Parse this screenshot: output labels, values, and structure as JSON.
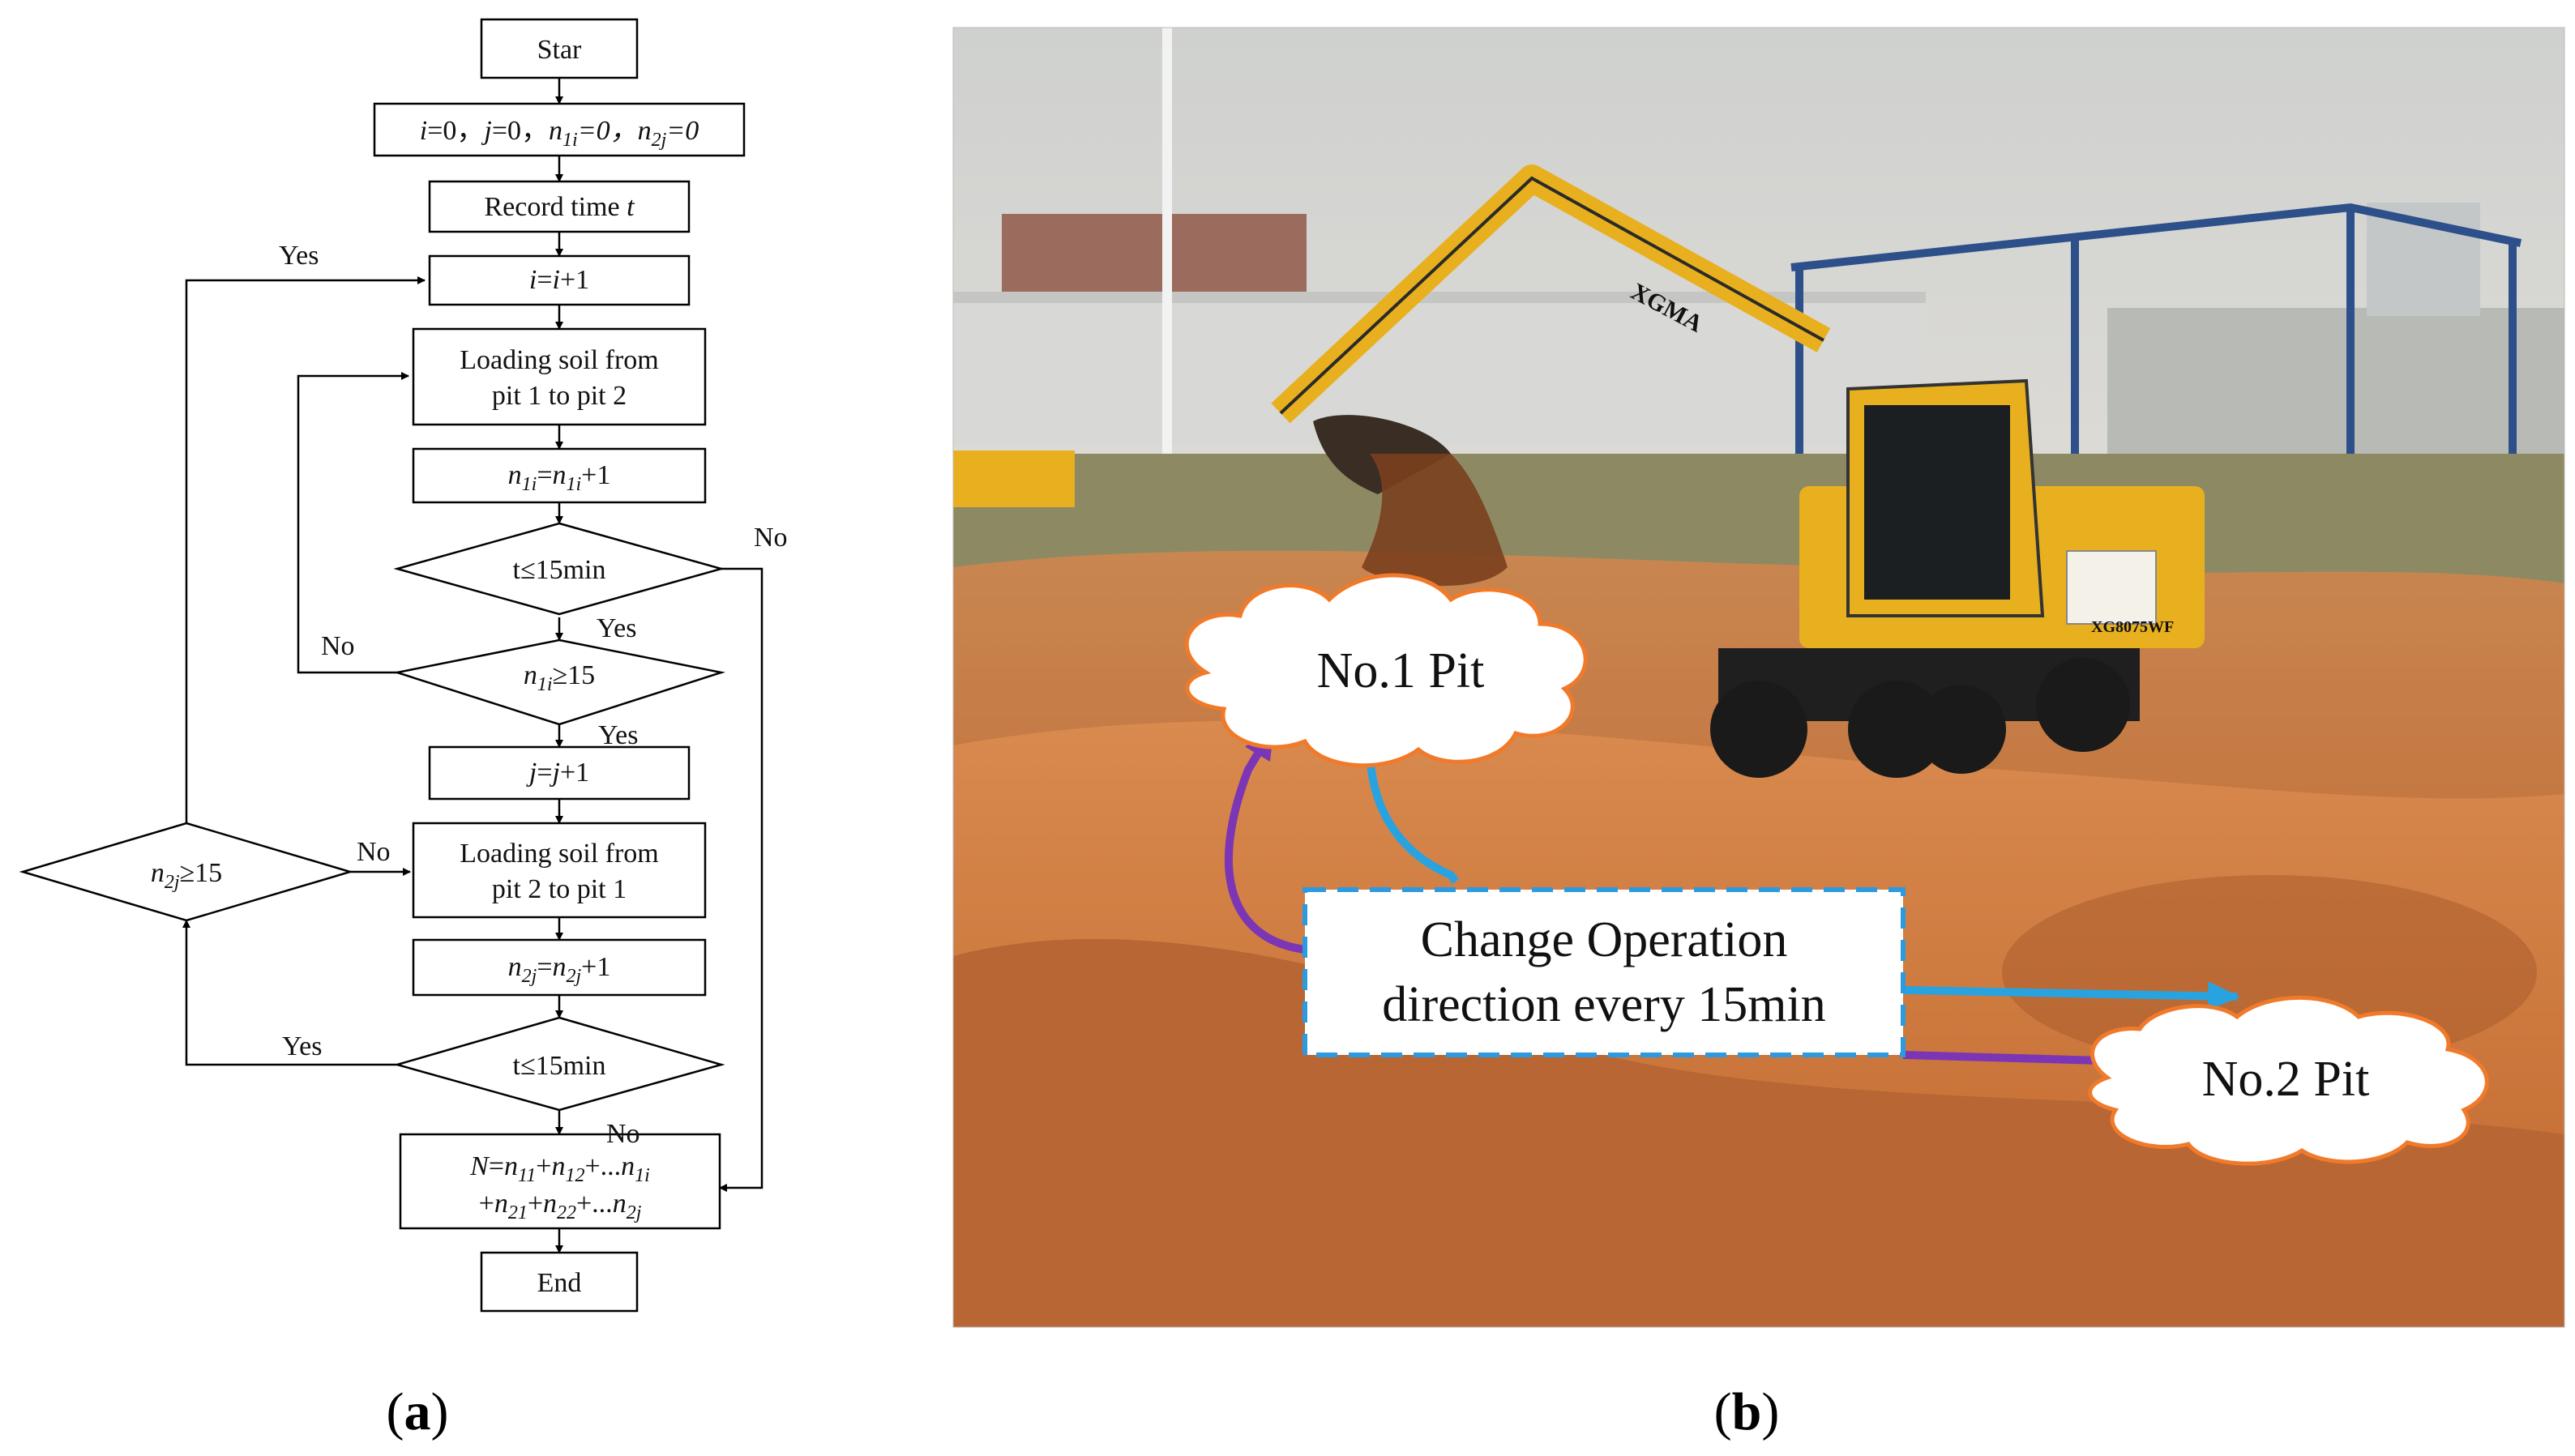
{
  "flowchart": {
    "start": "Star",
    "init": {
      "i": "i",
      "eq0": "=0，",
      "j": "j",
      "eq1": "=0，",
      "n": "n",
      "sub1": "1i",
      "eq2": "=0，",
      "sub2": "2j",
      "eq3": "=0"
    },
    "record": {
      "text": "Record time ",
      "t": "t"
    },
    "inc_i": {
      "a": "i",
      "b": "=",
      "c": "i",
      "d": "+1"
    },
    "load1": {
      "line1": "Loading soil from",
      "line2": "pit 1 to pit 2"
    },
    "n1": {
      "n": "n",
      "sub": "1i",
      "mid": "=",
      "n2": "n",
      "sub2": "1i",
      "end": "+1"
    },
    "t1": "t≤15min",
    "n1check": {
      "n": "n",
      "sub": "1i",
      "op": "≥15"
    },
    "inc_j": {
      "a": "j",
      "b": "=",
      "c": "j",
      "d": "+1"
    },
    "load2": {
      "line1": "Loading soil from",
      "line2": "pit 2 to pit 1"
    },
    "n2": {
      "n": "n",
      "sub": "2j",
      "mid": "=",
      "n2": "n",
      "sub2": "2j",
      "end": "+1"
    },
    "t2": "t≤15min",
    "n2check": {
      "n": "n",
      "sub": "2j",
      "op": "≥15"
    },
    "sum": {
      "line1": {
        "N": "N",
        "eq": "=",
        "n11": "n",
        "s11": "11",
        "p1": "+",
        "n12": "n",
        "s12": "12",
        "p2": "+...",
        "n1i": "n",
        "s1i": "1i"
      },
      "line2": {
        "p0": "+",
        "n21": "n",
        "s21": "21",
        "p1": "+",
        "n22": "n",
        "s22": "22",
        "p2": "+...",
        "n2j": "n",
        "s2j": "2j"
      }
    },
    "end": "End",
    "labels": {
      "yes": "Yes",
      "no": "No"
    }
  },
  "photo": {
    "pit1": "No.1 Pit",
    "pit2": "No.2 Pit",
    "instruction": {
      "line1": "Change Operation",
      "line2": "direction every 15min"
    },
    "brand": "XGMA",
    "model": "XG8075WF"
  },
  "captions": {
    "a": "(a)",
    "b": "(b)",
    "a_letter": "a",
    "b_letter": "b"
  },
  "colors": {
    "blue_arrow": "#29a3e0",
    "purple_arrow": "#7b35b5",
    "cloud_border": "#f07a2a",
    "box_border": "#2c9ae0"
  }
}
